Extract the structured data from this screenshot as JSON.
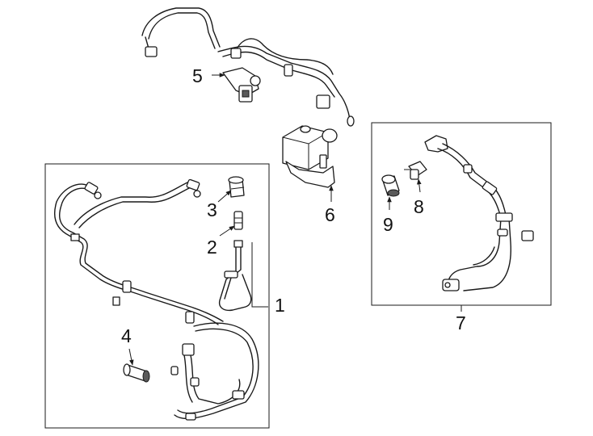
{
  "callouts": [
    {
      "id": "1",
      "label": "1"
    },
    {
      "id": "2",
      "label": "2"
    },
    {
      "id": "3",
      "label": "3"
    },
    {
      "id": "4",
      "label": "4"
    },
    {
      "id": "5",
      "label": "5"
    },
    {
      "id": "6",
      "label": "6"
    },
    {
      "id": "7",
      "label": "7"
    },
    {
      "id": "8",
      "label": "8"
    },
    {
      "id": "9",
      "label": "9"
    }
  ],
  "colors": {
    "line": "#1a1a1a",
    "fill": "#ffffff",
    "accent": "#5a5a5a"
  }
}
